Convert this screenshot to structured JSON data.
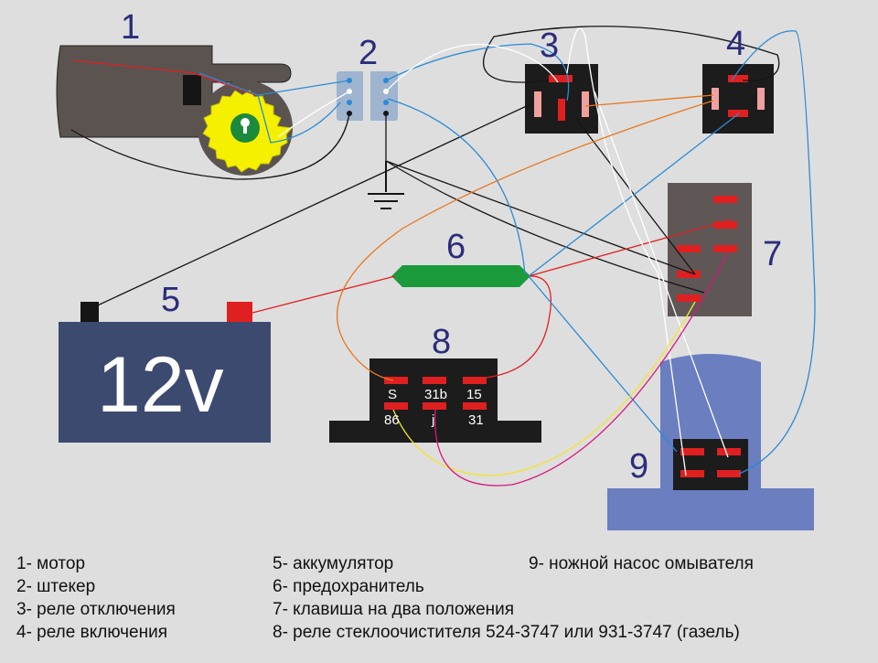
{
  "labels": {
    "n1": "1",
    "n2": "2",
    "n3": "3",
    "n4": "4",
    "n5": "5",
    "n6": "6",
    "n7": "7",
    "n8": "8",
    "n9": "9"
  },
  "battery_text": "12v",
  "relay8_pins": {
    "s": "S",
    "p31b": "31b",
    "p15": "15",
    "p86": "86",
    "j": "j",
    "p31": "31"
  },
  "legend": {
    "l1": "1- мотор",
    "l2": "2- штекер",
    "l3": "3- реле отключения",
    "l4": "4- реле включения",
    "l5": "5- аккумулятор",
    "l6": "6- предохранитель",
    "l7": "7- клавиша на два положения",
    "l8": "8- реле стеклоочистителя 524-3747 или 931-3747 (газель)",
    "l9": "9- ножной насос омывателя"
  },
  "colors": {
    "background": "#dedede",
    "wire_red": "#e02020",
    "wire_blue": "#2a8ad6",
    "wire_black": "#151515",
    "wire_white": "#ffffff",
    "wire_orange": "#e87820",
    "wire_yellow": "#f2e62a",
    "wire_magenta": "#d8187a",
    "fuse_green": "#1b9a3c",
    "gear_yellow": "#f5f000",
    "battery_body": "#3c4a70",
    "pump_body": "#6a7ec0",
    "relay_body": "#1c1c1c"
  }
}
